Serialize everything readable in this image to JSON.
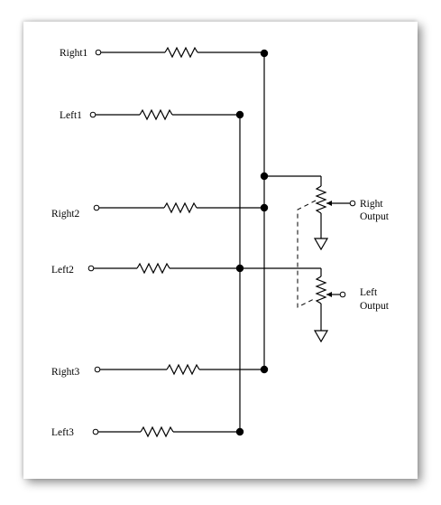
{
  "inputs": {
    "right1": "Right1",
    "left1": "Left1",
    "right2": "Right2",
    "left2": "Left2",
    "right3": "Right3",
    "left3": "Left3"
  },
  "outputs": {
    "right_line1": "Right",
    "right_line2": "Output",
    "left_line1": "Left",
    "left_line2": "Output"
  }
}
